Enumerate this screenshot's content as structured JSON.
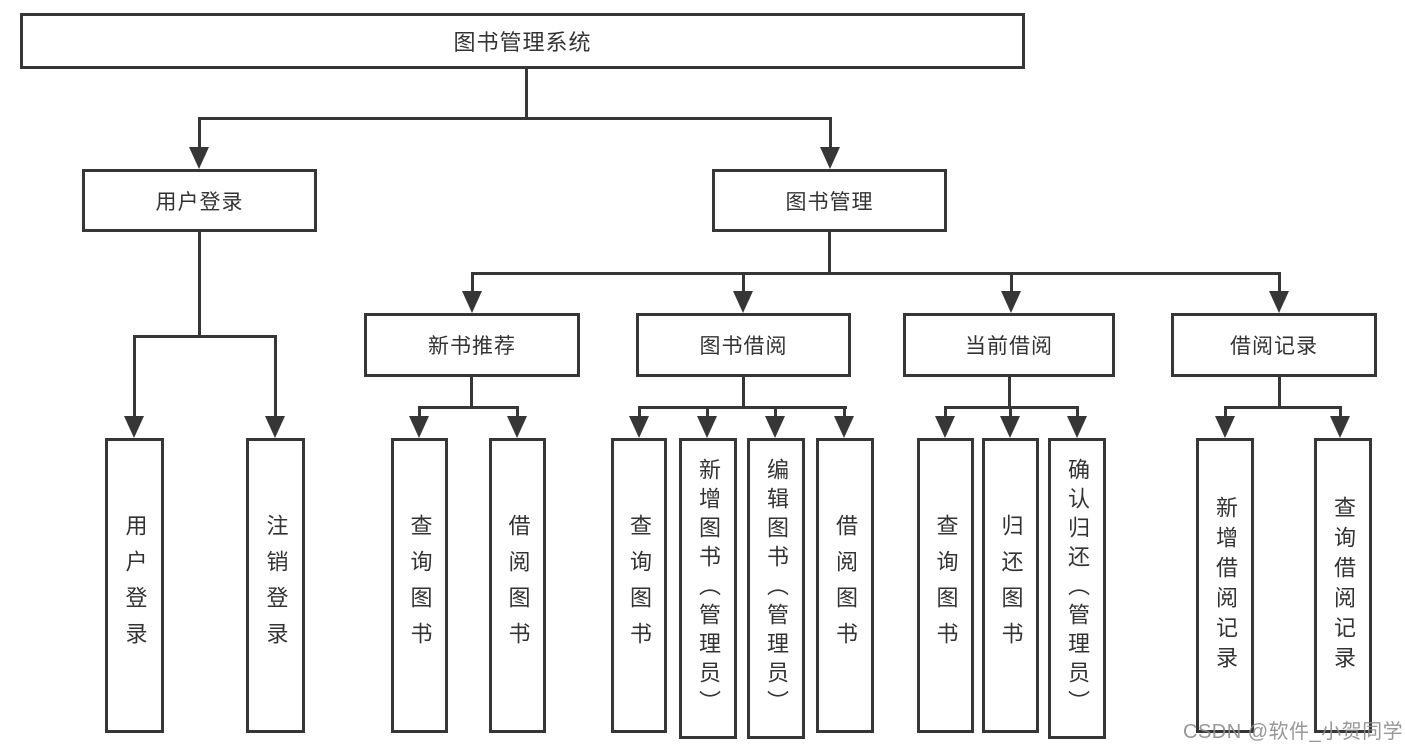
{
  "nodes": {
    "root": "图书管理系统",
    "level2": {
      "user_login": "用户登录",
      "book_mgmt": "图书管理"
    },
    "level3": {
      "new_books": "新书推荐",
      "borrowing": "图书借阅",
      "current": "当前借阅",
      "records": "借阅记录"
    },
    "leaves": {
      "user_login": "用户登录",
      "logout": "注销登录",
      "rec_query_books": "查询图书",
      "rec_borrow_books": "借阅图书",
      "bor_query_books": "查询图书",
      "bor_add_books": "新增图书（管理员）",
      "bor_edit_books": "编辑图书（管理员）",
      "bor_borrow_books": "借阅图书",
      "cur_query_books": "查询图书",
      "cur_return_books": "归还图书",
      "cur_confirm_return": "确认归还（管理员）",
      "rcd_add_record": "新增借阅记录",
      "rcd_query_record": "查询借阅记录"
    }
  },
  "watermark": "CSDN @软件_小贺同学",
  "colors": {
    "line": "#363636",
    "text": "#333333",
    "background": "#ffffff",
    "watermark": "#8c8c8c"
  }
}
